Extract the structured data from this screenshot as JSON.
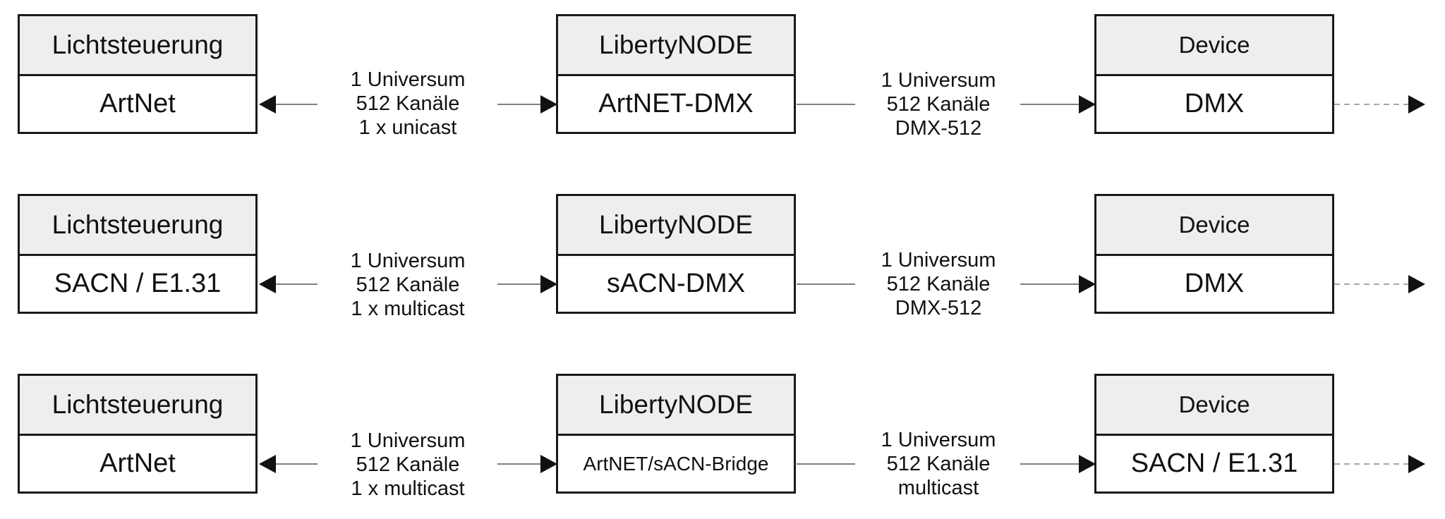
{
  "rows": [
    {
      "left": {
        "header": "Lichtsteuerung",
        "body": "ArtNet"
      },
      "left_label": [
        "1 Universum",
        "512 Kanäle",
        "1 x unicast"
      ],
      "middle": {
        "header": "LibertyNODE",
        "body": "ArtNET-DMX"
      },
      "right_label": [
        "1 Universum",
        "512 Kanäle",
        "DMX-512"
      ],
      "right": {
        "header": "Device",
        "body": "DMX"
      }
    },
    {
      "left": {
        "header": "Lichtsteuerung",
        "body": "SACN / E1.31"
      },
      "left_label": [
        "1 Universum",
        "512 Kanäle",
        "1 x multicast"
      ],
      "middle": {
        "header": "LibertyNODE",
        "body": "sACN-DMX"
      },
      "right_label": [
        "1 Universum",
        "512 Kanäle",
        "DMX-512"
      ],
      "right": {
        "header": "Device",
        "body": "DMX"
      }
    },
    {
      "left": {
        "header": "Lichtsteuerung",
        "body": "ArtNet"
      },
      "left_label": [
        "1 Universum",
        "512 Kanäle",
        "1 x multicast"
      ],
      "middle": {
        "header": "LibertyNODE",
        "body": "ArtNET/sACN-Bridge"
      },
      "right_label": [
        "1 Universum",
        "512 Kanäle",
        "multicast"
      ],
      "right": {
        "header": "Device",
        "body": "SACN / E1.31"
      }
    }
  ]
}
